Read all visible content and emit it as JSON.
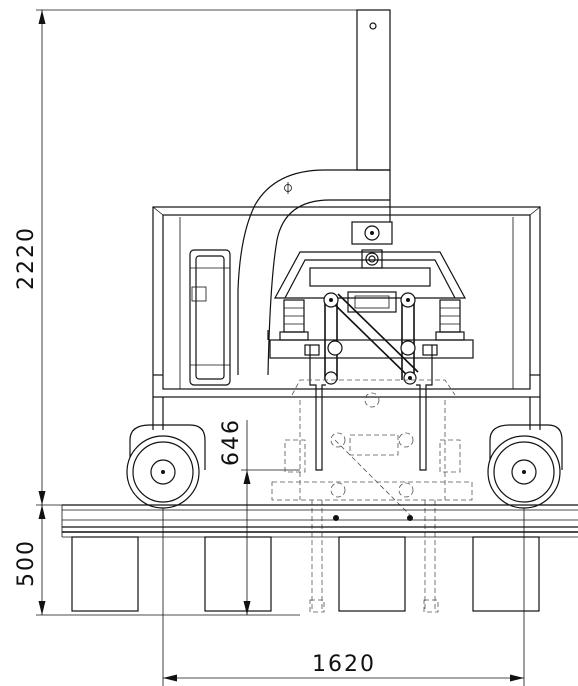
{
  "drawing": {
    "dimensions": {
      "overall_height": "2220",
      "rail_height": "500",
      "lift_stroke": "646",
      "wheel_spacing": "1620"
    }
  }
}
